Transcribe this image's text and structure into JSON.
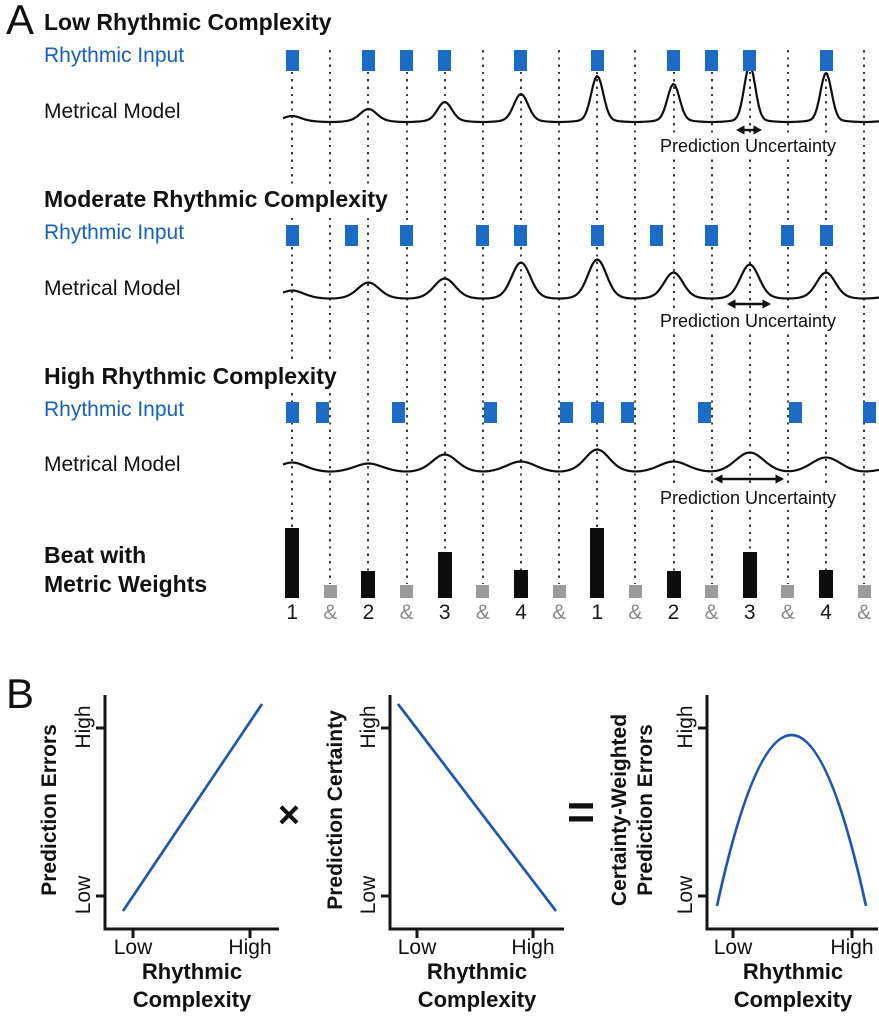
{
  "colors": {
    "onset_blue": "#1c6bc4",
    "input_text_blue": "#1560c0",
    "plot_line_blue": "#1e56b4",
    "bar_black": "#0d0d0d",
    "bar_gray": "#9b9b9b",
    "count_gray": "#8a8a8a",
    "curve_black": "#0f0f0f"
  },
  "panel_a": {
    "label": "A",
    "sections": [
      {
        "title": "Low Rhythmic Complexity",
        "input_label": "Rhythmic Input",
        "model_label": "Metrical Model",
        "uncertainty_label": "Prediction Uncertainty",
        "onsets": [
          0,
          2,
          3,
          4,
          6,
          8,
          10,
          11,
          12,
          14
        ],
        "model_peaks": [
          [
            0,
            4,
            8
          ],
          [
            2,
            11,
            8
          ],
          [
            4,
            18,
            7
          ],
          [
            6,
            26,
            7
          ],
          [
            8,
            44,
            6
          ],
          [
            10,
            36,
            6
          ],
          [
            12,
            55,
            5.5
          ],
          [
            14,
            47,
            5.5
          ]
        ],
        "wave_amp": 1.0,
        "arrow_width": 26
      },
      {
        "title": "Moderate Rhythmic Complexity",
        "input_label": "Rhythmic Input",
        "model_label": "Metrical Model",
        "uncertainty_label": "Prediction Uncertainty",
        "onsets": [
          0,
          1.55,
          3,
          5,
          6,
          8,
          9.55,
          11,
          13,
          14
        ],
        "model_peaks": [
          [
            0,
            5,
            10
          ],
          [
            2,
            13,
            10
          ],
          [
            4,
            17,
            10
          ],
          [
            6,
            33,
            9
          ],
          [
            8,
            36,
            9
          ],
          [
            10,
            23,
            9
          ],
          [
            12,
            31,
            9
          ],
          [
            14,
            23,
            9
          ]
        ],
        "wave_amp": 1.5,
        "arrow_width": 44
      },
      {
        "title": "High Rhythmic Complexity",
        "input_label": "Rhythmic Input",
        "model_label": "Metrical Model",
        "uncertainty_label": "Prediction Uncertainty",
        "onsets": [
          0,
          0.8,
          2.8,
          5.2,
          7.2,
          8,
          8.8,
          10.8,
          13.2,
          15.15
        ],
        "model_peaks": [
          [
            0,
            4,
            10
          ],
          [
            2,
            3,
            10
          ],
          [
            4,
            12,
            11
          ],
          [
            6,
            5,
            12
          ],
          [
            8,
            17,
            11
          ],
          [
            10,
            5,
            12
          ],
          [
            12,
            14,
            13
          ],
          [
            14,
            9,
            13
          ]
        ],
        "wave_amp": 2.5,
        "arrow_width": 70
      }
    ],
    "beat": {
      "label_line1": "Beat with",
      "label_line2": "Metric Weights",
      "counts": [
        {
          "label": "1",
          "weight": 70,
          "strong": true
        },
        {
          "label": "&",
          "weight": 13,
          "strong": false
        },
        {
          "label": "2",
          "weight": 27,
          "strong": true
        },
        {
          "label": "&",
          "weight": 13,
          "strong": false
        },
        {
          "label": "3",
          "weight": 46,
          "strong": true
        },
        {
          "label": "&",
          "weight": 13,
          "strong": false
        },
        {
          "label": "4",
          "weight": 28,
          "strong": true
        },
        {
          "label": "&",
          "weight": 13,
          "strong": false
        },
        {
          "label": "1",
          "weight": 70,
          "strong": true
        },
        {
          "label": "&",
          "weight": 13,
          "strong": false
        },
        {
          "label": "2",
          "weight": 27,
          "strong": true
        },
        {
          "label": "&",
          "weight": 13,
          "strong": false
        },
        {
          "label": "3",
          "weight": 46,
          "strong": true
        },
        {
          "label": "&",
          "weight": 13,
          "strong": false
        },
        {
          "label": "4",
          "weight": 28,
          "strong": true
        },
        {
          "label": "&",
          "weight": 13,
          "strong": false
        }
      ]
    }
  },
  "panel_b": {
    "label": "B",
    "operator_multiply": "×",
    "operator_equals": "=",
    "plots": [
      {
        "ylabel_line1": "Prediction Errors",
        "ylabel_line2": "",
        "ytick_high": "High",
        "ytick_low": "Low",
        "xtick_low": "Low",
        "xtick_high": "High",
        "xlabel_line1": "Rhythmic",
        "xlabel_line2": "Complexity",
        "trend": "increasing"
      },
      {
        "ylabel_line1": "Prediction Certainty",
        "ylabel_line2": "",
        "ytick_high": "High",
        "ytick_low": "Low",
        "xtick_low": "Low",
        "xtick_high": "High",
        "xlabel_line1": "Rhythmic",
        "xlabel_line2": "Complexity",
        "trend": "decreasing"
      },
      {
        "ylabel_line1": "Certainty-Weighted",
        "ylabel_line2": "Prediction Errors",
        "ytick_high": "High",
        "ytick_low": "Low",
        "xtick_low": "Low",
        "xtick_high": "High",
        "xlabel_line1": "Rhythmic",
        "xlabel_line2": "Complexity",
        "trend": "inverted-u"
      }
    ]
  }
}
